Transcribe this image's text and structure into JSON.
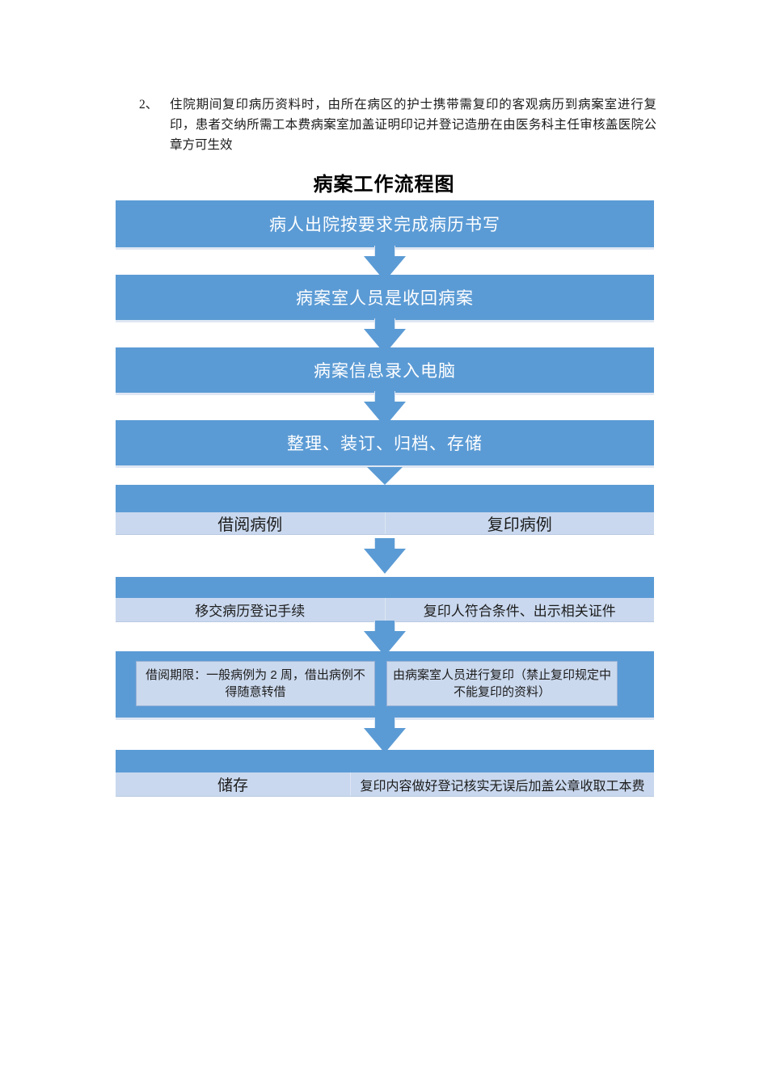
{
  "document": {
    "intro": {
      "number": "2、",
      "text": "住院期间复印病历资料时，由所在病区的护士携带需复印的客观病历到病案室进行复印，患者交纳所需工本费病案室加盖证明印记并登记造册在由医务科主任审核盖医院公章方可生效"
    },
    "flow_title": "病案工作流程图"
  },
  "colors": {
    "primary_blue": "#5B9BD5",
    "light_blue": "#C9D8EE",
    "subbox_blue": "#CBD9EE",
    "text_dark": "#1d1d1d",
    "text_white": "#ffffff"
  },
  "flow": {
    "steps": [
      {
        "id": "step-1",
        "label": "病人出院按要求完成病历书写"
      },
      {
        "id": "step-2",
        "label": "病案室人员是收回病案"
      },
      {
        "id": "step-3",
        "label": "病案信息录入电脑"
      },
      {
        "id": "step-4",
        "label": "整理、装订、归档、存储"
      }
    ],
    "split_rows": [
      {
        "id": "split-1",
        "left": "借阅病例",
        "right": "复印病例",
        "font_size": "20px"
      },
      {
        "id": "split-2",
        "left": "移交病历登记手续",
        "right": "复印人符合条件、出示相关证件",
        "font_size": "17px"
      },
      {
        "id": "split-3",
        "left": "储存",
        "right": "复印内容做好登记核实无误后加盖公章收取工本费",
        "font_size": "17px"
      }
    ],
    "detail_row": {
      "id": "detail-row",
      "left": "借阅期限：一般病例为 2 周，借出病例不得随意转借",
      "right": "由病案室人员进行复印（禁止复印规定中不能复印的资料）"
    }
  }
}
